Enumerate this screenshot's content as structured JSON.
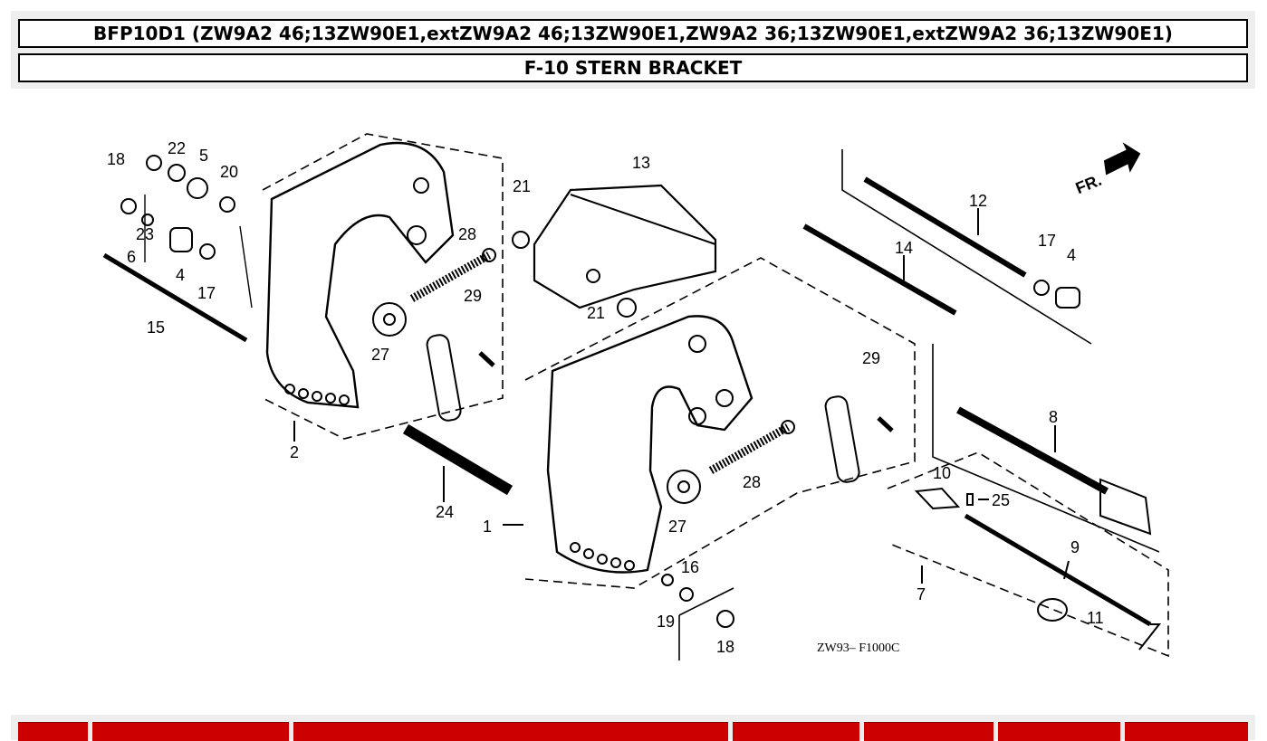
{
  "header": {
    "model_title": "BFP10D1 (ZW9A2 46;13ZW90E1,extZW9A2 46;13ZW90E1,ZW9A2 36;13ZW90E1,extZW9A2 36;13ZW90E1)",
    "section_title": "F-10 STERN BRACKET"
  },
  "diagram": {
    "code": "ZW93– F1000C",
    "direction_label": "FR.",
    "callouts": [
      "18",
      "22",
      "5",
      "20",
      "23",
      "6",
      "4",
      "17",
      "15",
      "2",
      "21",
      "13",
      "28",
      "29",
      "27",
      "24",
      "1",
      "12",
      "17",
      "4",
      "14",
      "29",
      "8",
      "10",
      "25",
      "9",
      "28",
      "27",
      "7",
      "16",
      "19",
      "18",
      "11",
      "21"
    ]
  },
  "table": {
    "header_color": "#cc0000"
  }
}
